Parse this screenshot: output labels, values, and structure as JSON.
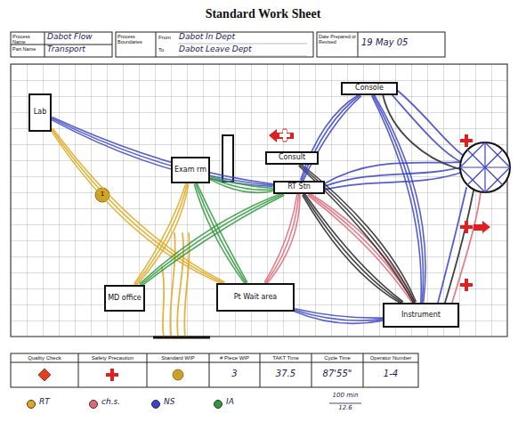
{
  "diagram": {
    "title": "Standard Work Sheet",
    "nodes": [
      {
        "text": [
          "Console"
        ]
      },
      {
        "text": [
          "Lab"
        ]
      },
      {
        "text": [
          "Consult"
        ]
      },
      {
        "text": [
          "Exam rm"
        ]
      },
      {
        "text": [
          "RT Stn"
        ]
      },
      {
        "text": [
          "Pt Wait area"
        ]
      },
      {
        "text": [
          "MD office"
        ]
      },
      {
        "text": [
          "Instrument"
        ]
      }
    ],
    "edges": [
      {
        "from": 1,
        "to": 5,
        "arrow": "none"
      },
      {
        "from": 1,
        "to": 4,
        "arrow": "none"
      },
      {
        "from": 6,
        "to": 3,
        "arrow": "none"
      },
      {
        "from": 3,
        "to": 5,
        "arrow": "none"
      },
      {
        "from": 3,
        "to": 4,
        "arrow": "none"
      },
      {
        "from": 6,
        "to": 4,
        "arrow": "none"
      },
      {
        "from": 5,
        "to": 4,
        "arrow": "none"
      },
      {
        "from": 4,
        "to": 7,
        "arrow": "none"
      },
      {
        "from": 2,
        "to": 7,
        "arrow": "none"
      },
      {
        "from": 4,
        "to": 7,
        "arrow": "none"
      },
      {
        "from": 5,
        "to": 7,
        "arrow": "none"
      },
      {
        "from": 4,
        "to": 0,
        "arrow": "none"
      },
      {
        "from": 0,
        "to": 7,
        "arrow": "none"
      }
    ],
    "labels": [
      "Process Name",
      "Dabot Flow",
      "Part Name",
      "Transport",
      "Process Boundaries",
      "From",
      "Dabot In Dept",
      "To",
      "Dabot Leave Dept",
      "Date Prepared or Revised",
      "19 May 05",
      "1",
      "# Piece WIP",
      "3",
      "TAKT Time",
      "37.5",
      "Cycle Time",
      "87'55\"",
      "Operator Number",
      "1-4",
      "100 min",
      "12.6"
    ],
    "legend": [
      {
        "text": "Quality Check"
      },
      {
        "text": "Safety Precaution"
      },
      {
        "text": "Standard WIP"
      },
      {
        "text": "RT",
        "color": "#e0a820"
      },
      {
        "text": "ch.s.",
        "color": "#e06878"
      },
      {
        "text": "NS",
        "color": "#3a44c8"
      },
      {
        "text": "IA",
        "color": "#2f9a3c"
      }
    ]
  }
}
